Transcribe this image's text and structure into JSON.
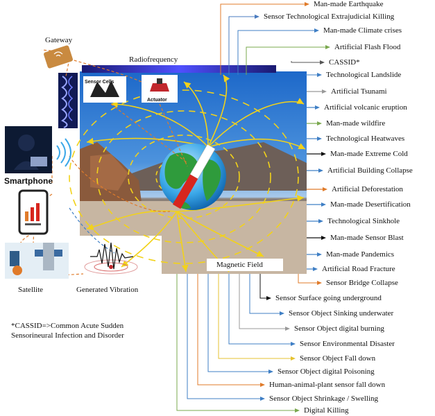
{
  "labels": {
    "gateway": "Gateway",
    "radiofrequency": "Radiofrequency",
    "sensor_cells": "Sensor Cells",
    "actuator": "Actuator",
    "smartphone": "Smartphone",
    "satellite": "Satellite",
    "generated_vibration": "Generated Vibration",
    "magnetic_field": "Magnetic Field",
    "footnote_line1": "*CASSID=>Common Acute Sudden",
    "footnote_line2": "Sensorineural Infection and Disorder"
  },
  "outputs_top": [
    {
      "text": "Man-made Earthquake",
      "color": "#e07b2a"
    },
    {
      "text": "Sensor Technological Extrajudicial Killing",
      "color": "#4a7bbf"
    },
    {
      "text": "Man-made Climate crises",
      "color": "#3f7fc5"
    },
    {
      "text": "Artificial Flash Flood",
      "color": "#7aa84e"
    },
    {
      "text": "CASSID*",
      "color": "#555555"
    },
    {
      "text": "Technological Landslide",
      "color": "#3f7fc5"
    }
  ],
  "outputs_right": [
    {
      "text": "Artificial Tsunami",
      "color": "#999999"
    },
    {
      "text": "Artificial volcanic eruption",
      "color": "#3f7fc5"
    },
    {
      "text": "Man-made wildfire",
      "color": "#7aa84e"
    },
    {
      "text": "Technological Heatwaves",
      "color": "#3f7fc5"
    },
    {
      "text": "Man-made Extreme Cold",
      "color": "#111111"
    },
    {
      "text": "Artificial Building Collapse",
      "color": "#3f7fc5"
    },
    {
      "text": "Artificial Deforestation",
      "color": "#e07b2a"
    },
    {
      "text": "Man-made Desertification",
      "color": "#3f7fc5"
    },
    {
      "text": "Technological Sinkhole",
      "color": "#3f7fc5"
    },
    {
      "text": "Man-made Sensor Blast",
      "color": "#111111"
    },
    {
      "text": "Man-made Pandemics",
      "color": "#3f7fc5"
    },
    {
      "text": "Artificial Road Fracture",
      "color": "#3f7fc5"
    }
  ],
  "outputs_bottom": [
    {
      "text": "Sensor Bridge Collapse",
      "color": "#e07b2a"
    },
    {
      "text": "Sensor Surface going underground",
      "color": "#111111"
    },
    {
      "text": "Sensor Object Sinking underwater",
      "color": "#3f7fc5"
    },
    {
      "text": "Sensor Object digital burning",
      "color": "#999999"
    },
    {
      "text": "Sensor Environmental Disaster",
      "color": "#3f7fc5"
    },
    {
      "text": "Sensor Object Fall down",
      "color": "#e6c230"
    },
    {
      "text": "Sensor Object digital Poisoning",
      "color": "#3f7fc5"
    },
    {
      "text": "Human-animal-plant sensor fall down",
      "color": "#e07b2a"
    },
    {
      "text": "Sensor Object Shrinkage / Swelling",
      "color": "#3f7fc5"
    },
    {
      "text": "Digital Killing",
      "color": "#7aa84e"
    }
  ]
}
